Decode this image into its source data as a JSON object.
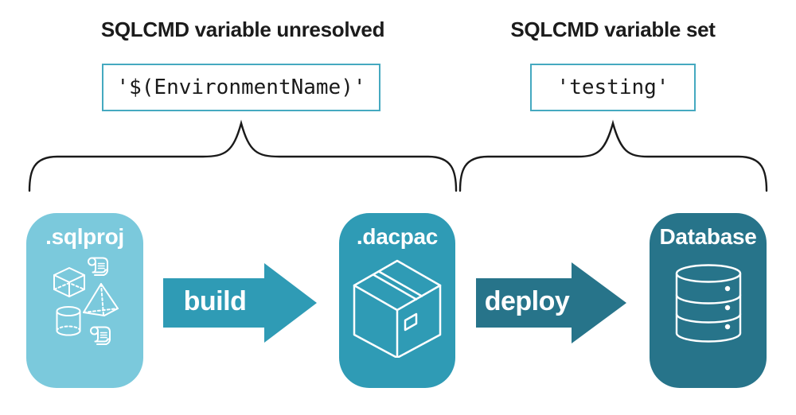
{
  "diagram": {
    "left_annotation": {
      "heading": "SQLCMD variable unresolved",
      "code": "'$(EnvironmentName)'"
    },
    "right_annotation": {
      "heading": "SQLCMD variable set",
      "code": "'testing'"
    },
    "nodes": [
      {
        "id": "sqlproj",
        "label": ".sqlproj",
        "color": "#7bc9dc",
        "icon": "sql-objects-icon"
      },
      {
        "id": "dacpac",
        "label": ".dacpac",
        "color": "#2f9bb5",
        "icon": "package-icon"
      },
      {
        "id": "database",
        "label": "Database",
        "color": "#27748a",
        "icon": "database-icon"
      }
    ],
    "arrows": [
      {
        "label": "build",
        "color": "#2f9bb5"
      },
      {
        "label": "deploy",
        "color": "#27748a"
      }
    ],
    "colors": {
      "background": "#ffffff",
      "code_box_border": "#45a9c0",
      "brace_stroke": "#1a1a1a",
      "text": "#1b1b1b",
      "icon_stroke": "#ffffff"
    }
  }
}
